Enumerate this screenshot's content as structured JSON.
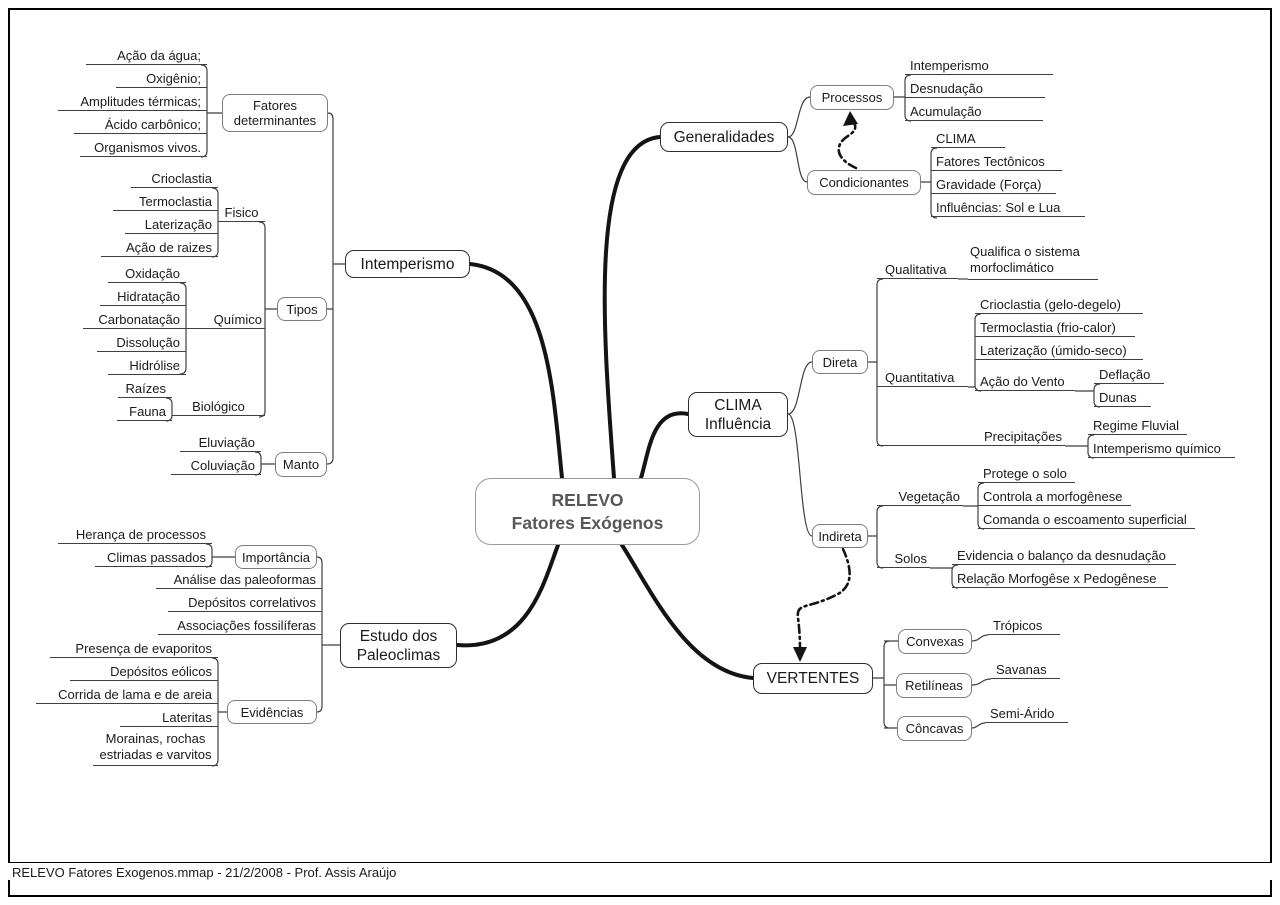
{
  "footer": "RELEVO Fatores Exogenos.mmap - 21/2/2008 - Prof. Assis Araújo",
  "center": "RELEVO\nFatores Exógenos",
  "branches": {
    "intemperismo": {
      "title": "Intemperismo",
      "fatores": {
        "title": "Fatores\ndeterminantes",
        "items": [
          "Ação da água;",
          "Oxigênio;",
          "Amplitudes térmicas;",
          "Ácido carbônico;",
          "Organismos vivos."
        ]
      },
      "tipos": {
        "title": "Tipos",
        "fisico": {
          "title": "Fisico",
          "items": [
            "Crioclastia",
            "Termoclastia",
            "Laterização",
            "Ação de raizes"
          ]
        },
        "quimico": {
          "title": "Químico",
          "items": [
            "Oxidação",
            "Hidratação",
            "Carbonatação",
            "Dissolução",
            "Hidrólise"
          ]
        },
        "biologico": {
          "title": "Biológico",
          "items": [
            "Raízes",
            "Fauna"
          ]
        }
      },
      "manto": {
        "title": "Manto",
        "items": [
          "Eluviação",
          "Coluviação"
        ]
      }
    },
    "generalidades": {
      "title": "Generalidades",
      "processos": {
        "title": "Processos",
        "items": [
          "Intemperismo",
          "Desnudação",
          "Acumulação"
        ]
      },
      "condicionantes": {
        "title": "Condicionantes",
        "items": [
          "CLIMA",
          "Fatores Tectônicos",
          "Gravidade (Força)",
          "Influências: Sol e Lua"
        ]
      }
    },
    "clima": {
      "title": "CLIMA\nInfluência",
      "direta": {
        "title": "Direta",
        "qualitativa": {
          "title": "Qualitativa",
          "item": "Qualifica o sistema\nmorfoclimático"
        },
        "quantitativa": {
          "title": "Quantitativa",
          "items": [
            "Crioclastia (gelo-degelo)",
            "Termoclastia (frio-calor)",
            "Laterização (úmido-seco)",
            "Ação do Vento"
          ],
          "acao_do_vento": {
            "items": [
              "Deflação",
              "Dunas"
            ]
          }
        },
        "precipitacoes": {
          "title": "Precipitações",
          "items": [
            "Regime Fluvial",
            "Intemperismo químico"
          ]
        }
      },
      "indireta": {
        "title": "Indireta",
        "vegetacao": {
          "title": "Vegetação",
          "items": [
            "Protege o solo",
            "Controla a morfogênese",
            "Comanda o escoamento superficial"
          ]
        },
        "solos": {
          "title": "Solos",
          "items": [
            "Evidencia o balanço da desnudação",
            "Relação Morfogêse x Pedogênese"
          ]
        }
      }
    },
    "paleoclimas": {
      "title": "Estudo dos\nPaleoclimas",
      "importancia": {
        "title": "Importância",
        "items": [
          "Herança de processos",
          "Climas passados"
        ]
      },
      "items": [
        "Análise das paleoformas",
        "Depósitos correlativos",
        "Associações fossilíferas"
      ],
      "evidencias": {
        "title": "Evidências",
        "items": [
          "Presença de evaporitos",
          "Depósitos eólicos",
          "Corrida de lama e de areia",
          "Lateritas",
          "Morainas, rochas\nestriadas e varvitos"
        ]
      }
    },
    "vertentes": {
      "title": "VERTENTES",
      "pairs": [
        {
          "label": "Convexas",
          "value": "Trópicos"
        },
        {
          "label": "Retilíneas",
          "value": "Savanas"
        },
        {
          "label": "Côncavas",
          "value": "Semi-Árido"
        }
      ]
    }
  }
}
